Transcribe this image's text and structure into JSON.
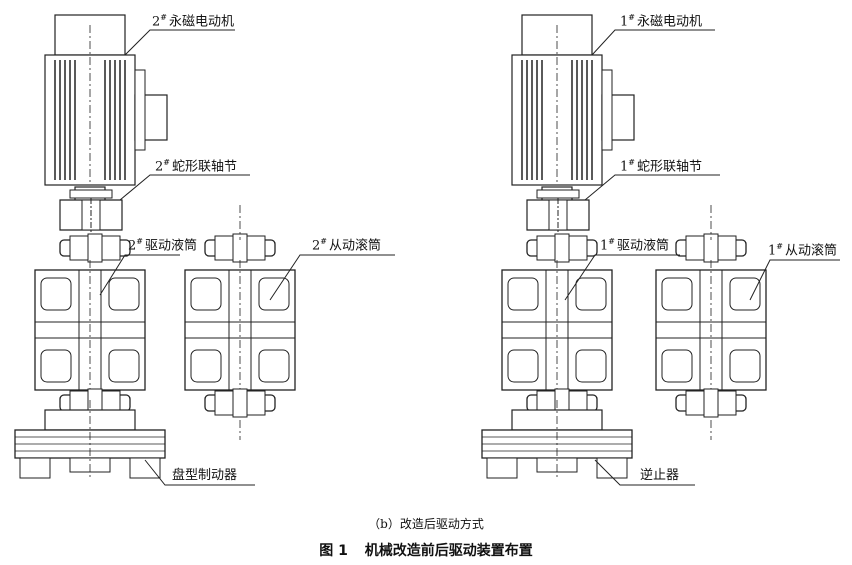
{
  "labels": {
    "left_motor": {
      "sup": "#",
      "prefix": "2",
      "text": "永磁电动机"
    },
    "left_coupling": {
      "sup": "#",
      "prefix": "2",
      "text": "蛇形联轴节"
    },
    "left_drive_drum": {
      "sup": "#",
      "prefix": "2",
      "text": "驱动液筒"
    },
    "left_driven_drum": {
      "sup": "#",
      "prefix": "2",
      "text": "从动滚筒"
    },
    "left_brake": {
      "text": "盘型制动器"
    },
    "right_motor": {
      "sup": "#",
      "prefix": "1",
      "text": "永磁电动机"
    },
    "right_coupling": {
      "sup": "#",
      "prefix": "1",
      "text": "蛇形联轴节"
    },
    "right_drive_drum": {
      "sup": "#",
      "prefix": "1",
      "text": "驱动液筒"
    },
    "right_driven_drum": {
      "sup": "#",
      "prefix": "1",
      "text": "从动滚筒"
    },
    "right_backstop": {
      "text": "逆止器"
    }
  },
  "caption": {
    "sub": "（b）改造后驱动方式",
    "fig_no": "图 1",
    "title": "机械改造前后驱动装置布置"
  }
}
